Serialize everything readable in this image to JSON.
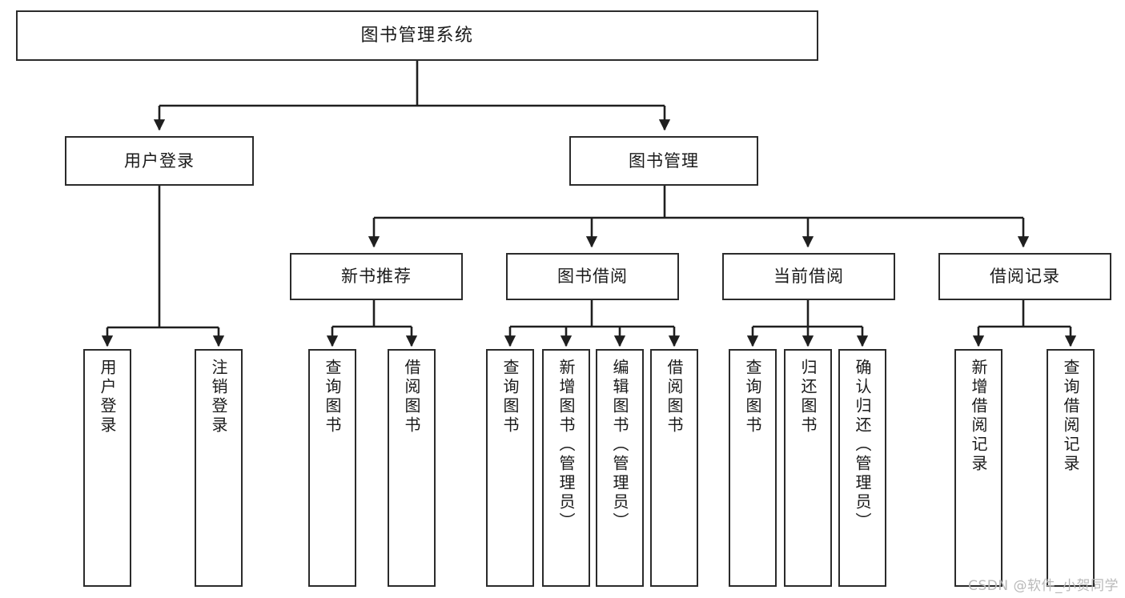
{
  "diagram": {
    "title": "图书管理系统",
    "type": "tree-hierarchy-chart",
    "colors": {
      "box_border": "#2b2b2b",
      "box_fill": "#ffffff",
      "edge": "#1f1f1f",
      "watermark": "#b9b9b9",
      "background": "#ffffff"
    },
    "nodes": {
      "root": {
        "label": "图书管理系统"
      },
      "level2": [
        {
          "id": "user-login",
          "label": "用户登录"
        },
        {
          "id": "book-manage",
          "label": "图书管理"
        }
      ],
      "level3": [
        {
          "id": "new-book-recommend",
          "label": "新书推荐"
        },
        {
          "id": "book-borrow",
          "label": "图书借阅"
        },
        {
          "id": "current-borrow",
          "label": "当前借阅"
        },
        {
          "id": "borrow-record",
          "label": "借阅记录"
        }
      ],
      "leaves": {
        "user-login": [
          {
            "id": "leaf-user-login",
            "label": "用户登录"
          },
          {
            "id": "leaf-logout-login",
            "label": "注销登录"
          }
        ],
        "new-book-recommend": [
          {
            "id": "leaf-query-book-1",
            "label": "查询图书"
          },
          {
            "id": "leaf-borrow-book-1",
            "label": "借阅图书"
          }
        ],
        "book-borrow": [
          {
            "id": "leaf-query-book-2",
            "label": "查询图书"
          },
          {
            "id": "leaf-add-book",
            "label": "新增图书（管理员）"
          },
          {
            "id": "leaf-edit-book",
            "label": "编辑图书（管理员）"
          },
          {
            "id": "leaf-borrow-book-2",
            "label": "借阅图书"
          }
        ],
        "current-borrow": [
          {
            "id": "leaf-query-book-3",
            "label": "查询图书"
          },
          {
            "id": "leaf-return-book",
            "label": "归还图书"
          },
          {
            "id": "leaf-confirm-return",
            "label": "确认归还（管理员）"
          }
        ],
        "borrow-record": [
          {
            "id": "leaf-add-record",
            "label": "新增借阅记录"
          },
          {
            "id": "leaf-query-record",
            "label": "查询借阅记录"
          }
        ]
      }
    }
  },
  "watermark": {
    "text": "CSDN @软件_小贺同学"
  }
}
